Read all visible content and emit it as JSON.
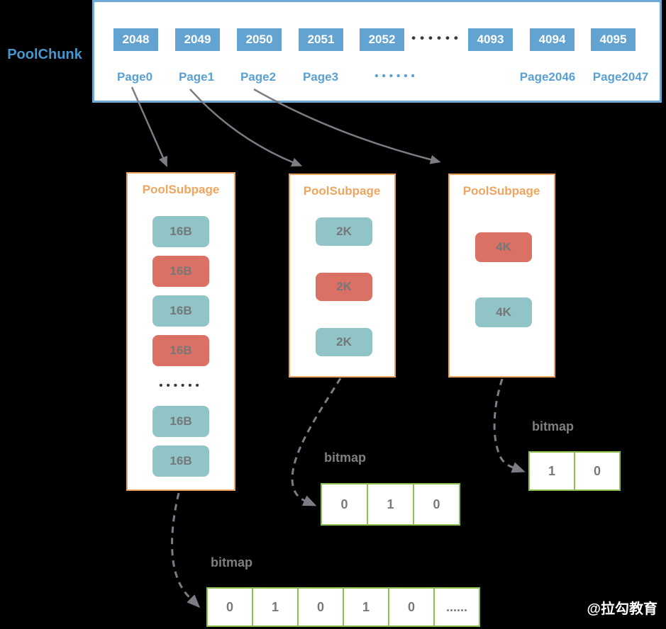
{
  "chunk": {
    "label": "PoolChunk",
    "blocks_head": [
      "2048",
      "2049",
      "2050",
      "2051",
      "2052"
    ],
    "blocks_ellipsis": "••••••",
    "blocks_tail": [
      "4093",
      "4094",
      "4095"
    ],
    "pages_head": [
      "Page0",
      "Page1",
      "Page2",
      "Page3"
    ],
    "pages_ellipsis": "••••••",
    "pages_tail": [
      "Page2046",
      "Page2047"
    ]
  },
  "subpages": [
    {
      "title": "PoolSubpage",
      "blocks": [
        {
          "label": "16B",
          "state": "free"
        },
        {
          "label": "16B",
          "state": "used"
        },
        {
          "label": "16B",
          "state": "free"
        },
        {
          "label": "16B",
          "state": "used"
        }
      ],
      "ellipsis": "••••••",
      "blocks_tail": [
        {
          "label": "16B",
          "state": "free"
        },
        {
          "label": "16B",
          "state": "free"
        }
      ]
    },
    {
      "title": "PoolSubpage",
      "blocks": [
        {
          "label": "2K",
          "state": "free"
        },
        {
          "label": "2K",
          "state": "used"
        },
        {
          "label": "2K",
          "state": "free"
        }
      ]
    },
    {
      "title": "PoolSubpage",
      "blocks": [
        {
          "label": "4K",
          "state": "used"
        },
        {
          "label": "4K",
          "state": "free"
        }
      ]
    }
  ],
  "bitmaps": [
    {
      "label": "bitmap",
      "cells": [
        "0",
        "1",
        "0",
        "1",
        "0",
        "......"
      ]
    },
    {
      "label": "bitmap",
      "cells": [
        "0",
        "1",
        "0"
      ]
    },
    {
      "label": "bitmap",
      "cells": [
        "1",
        "0"
      ]
    }
  ],
  "watermark": "@拉勾教育",
  "colors": {
    "background": "#000000",
    "chunk_border": "#6FAAD6",
    "chunk_block": "#62A3D2",
    "page_text": "#5AA0D2",
    "subpage_border": "#EBA360",
    "subpage_title": "#F0A55F",
    "block_free": "#90C4C7",
    "block_used": "#DB7164",
    "bitmap_border": "#8CC152",
    "arrow_gray": "#7C7C85",
    "label_gray": "#7D7F82"
  }
}
